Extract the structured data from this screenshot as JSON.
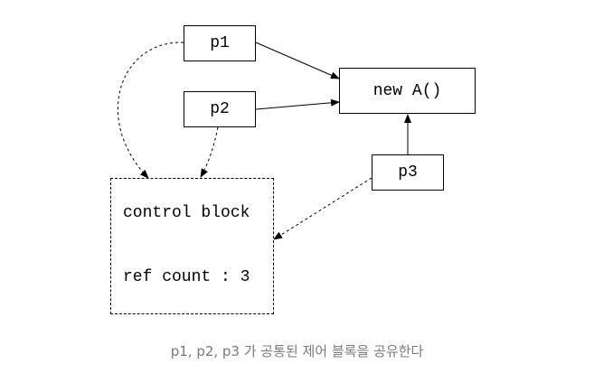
{
  "diagram": {
    "nodes": {
      "p1": "p1",
      "p2": "p2",
      "p3": "p3",
      "new_a": "new A()"
    },
    "control_block": {
      "title": "control block",
      "ref_count": "ref count : 3"
    },
    "edges": [
      {
        "from": "p1",
        "to": "new A()",
        "style": "solid"
      },
      {
        "from": "p2",
        "to": "new A()",
        "style": "solid"
      },
      {
        "from": "p3",
        "to": "new A()",
        "style": "solid"
      },
      {
        "from": "p1",
        "to": "control block",
        "style": "dashed"
      },
      {
        "from": "p2",
        "to": "control block",
        "style": "dashed"
      },
      {
        "from": "p3",
        "to": "control block",
        "style": "dashed"
      }
    ],
    "caption": "p1, p2, p3 가 공통된 제어 블록을 공유한다"
  }
}
